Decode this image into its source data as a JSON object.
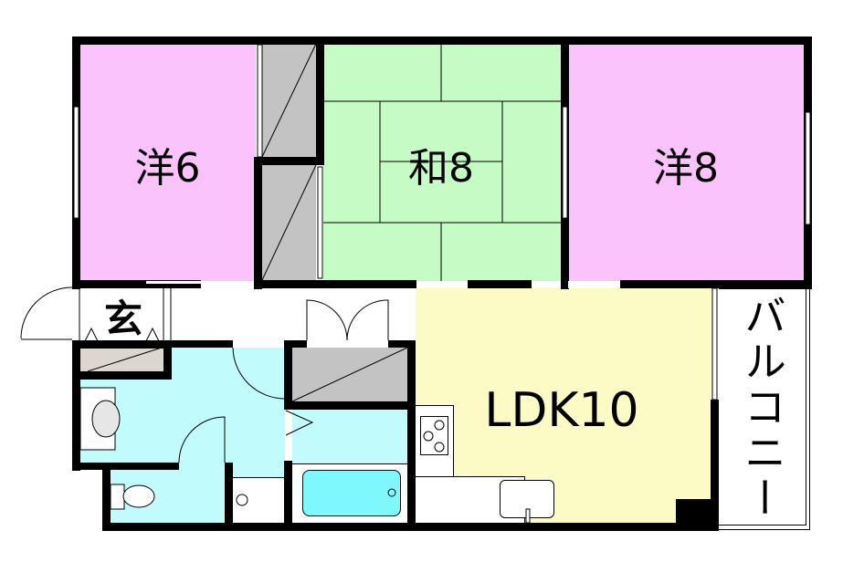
{
  "floorplan": {
    "colors": {
      "western_room": "#fbc3fb",
      "japanese_room": "#c5fbc5",
      "ldk": "#fdfbc5",
      "wet_area": "#c1fbfb",
      "bathtub": "#7ff8fb",
      "closet": "#c3c3c3",
      "shoe_cabinet": "#dcd6cf",
      "toilet_fixture": "#e6e6e6",
      "wall": "#000000",
      "background": "#ffffff"
    },
    "rooms": [
      {
        "id": "western-6",
        "label": "洋6",
        "type": "Western-style room",
        "size_jo": 6
      },
      {
        "id": "japanese-8",
        "label": "和8",
        "type": "Japanese-style room (tatami)",
        "size_jo": 8
      },
      {
        "id": "western-8",
        "label": "洋8",
        "type": "Western-style room",
        "size_jo": 8
      },
      {
        "id": "ldk",
        "label": "LDK10",
        "type": "Living / Dining / Kitchen",
        "size_jo": 10
      },
      {
        "id": "entrance",
        "label": "玄",
        "type": "Entrance"
      },
      {
        "id": "balcony",
        "label": "バルコニー",
        "type": "Balcony"
      }
    ],
    "fixtures": [
      "closet",
      "closet",
      "closet",
      "shoe-cabinet",
      "washbasin",
      "toilet",
      "bathtub",
      "washing-machine-drain",
      "stove",
      "sink"
    ]
  }
}
